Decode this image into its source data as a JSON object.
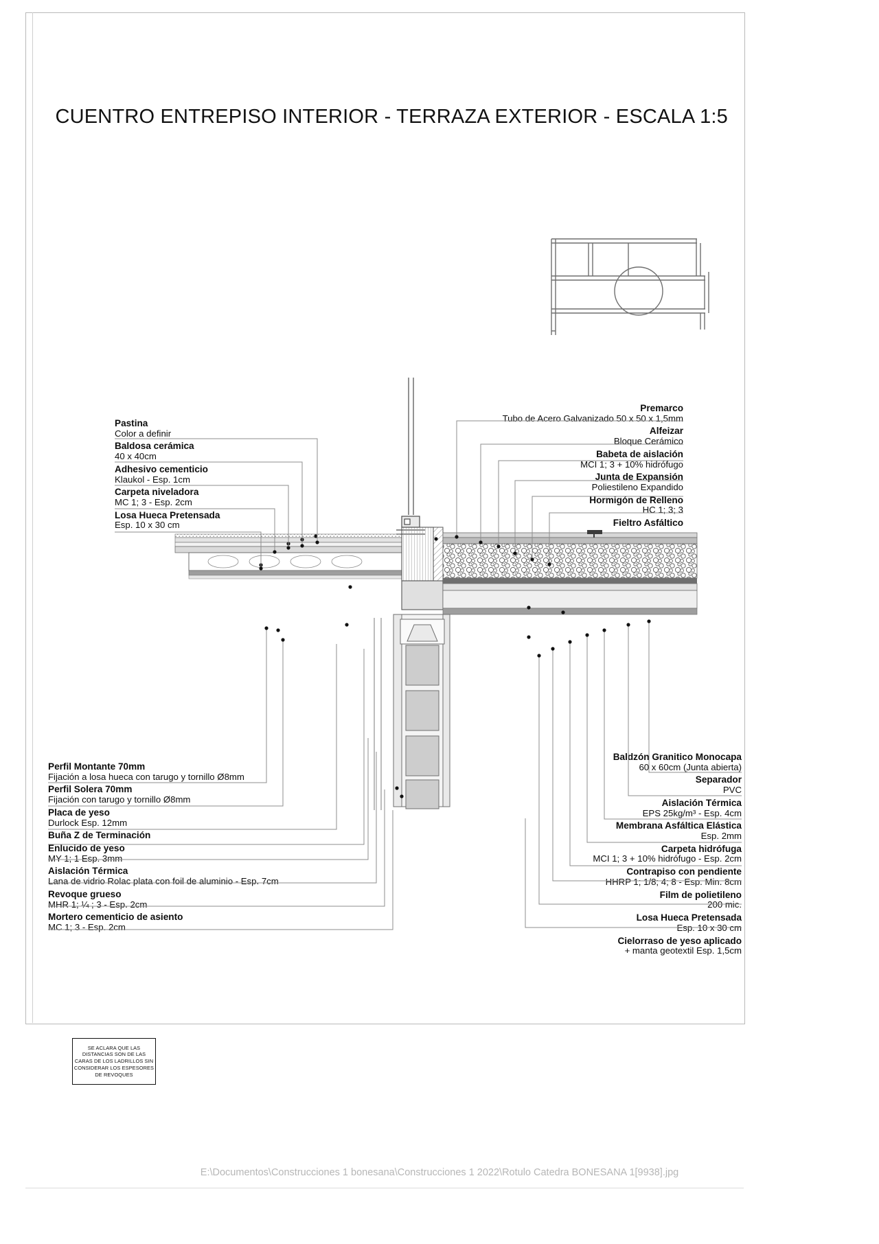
{
  "sheet": {
    "title": "CUENTRO  ENTREPISO INTERIOR - TERRAZA EXTERIOR - ESCALA 1:5",
    "footer_path": "E:\\Documentos\\Construcciones 1 bonesana\\Construcciones 1 2022\\Rotulo Catedra BONESANA 1[9938].jpg",
    "note": "SE ACLARA QUE LAS DISTANCIAS SON DE LAS CARAS DE LOS LADRILLOS SIN CONSIDERAR LOS ESPESORES DE REVOQUES",
    "note_lines": [
      "SE ACLARA QUE LAS",
      "DISTANCIAS SON DE LAS",
      "CARAS DE LOS LADRILLOS SIN",
      "CONSIDERAR LOS ESPESORES",
      "DE REVOQUES"
    ]
  },
  "colors": {
    "ink": "#0d0d0d",
    "leader": "#8c8c8c",
    "frame": "#b9b9b9",
    "footer_text": "#b6b6b6",
    "hatch_concrete": "#cfcfcf",
    "hatch_fill": "#e6e6e6",
    "dark_band": "#6f6f6f"
  },
  "labels_top_left": [
    {
      "title": "Pastina",
      "subtitle": "Color a definir"
    },
    {
      "title": "Baldosa cerámica",
      "subtitle": "40 x 40cm"
    },
    {
      "title": "Adhesivo cementicio",
      "subtitle": "Klaukol - Esp. 1cm"
    },
    {
      "title": "Carpeta niveladora",
      "subtitle": "MC 1; 3  - Esp. 2cm"
    },
    {
      "title": "Losa Hueca Pretensada",
      "subtitle": "Esp. 10 x 30 cm"
    }
  ],
  "labels_top_right": [
    {
      "title": "Premarco",
      "subtitle": "Tubo de Acero Galvanizado 50 x 50 x 1,5mm"
    },
    {
      "title": "Alfeizar",
      "subtitle": "Bloque Cerámico"
    },
    {
      "title": "Babeta de aislación",
      "subtitle": "MCI 1; 3 + 10% hidrófugo"
    },
    {
      "title": "Junta de Expansión",
      "subtitle": "Poliestileno Expandido"
    },
    {
      "title": "Hormigón de Relleno",
      "subtitle": "HC 1; 3; 3"
    },
    {
      "title": "Fieltro Asfáltico",
      "subtitle": ""
    }
  ],
  "labels_bottom_left": [
    {
      "title": "Perfil Montante 70mm",
      "subtitle": "Fijación a losa hueca con tarugo y tornillo Ø8mm"
    },
    {
      "title": "Perfil Solera 70mm",
      "subtitle": "Fijación con tarugo y tornillo Ø8mm"
    },
    {
      "title": "Placa de yeso",
      "subtitle": "Durlock  Esp. 12mm"
    },
    {
      "title": "Buña Z de Terminación",
      "subtitle": ""
    },
    {
      "title": "Enlucido de yeso",
      "subtitle": "MY 1; 1 Esp. 3mm"
    },
    {
      "title": "Aislación Térmica",
      "subtitle": "Lana de vidrio Rolac plata con foil de aluminio - Esp. 7cm"
    },
    {
      "title": "Revoque grueso",
      "subtitle": "MHR 1; ¼ ; 3 - Esp. 2cm"
    },
    {
      "title": "Mortero cementicio de asiento",
      "subtitle": "MC 1; 3 - Esp. 2cm"
    }
  ],
  "labels_bottom_right": [
    {
      "title": "Baldzón Granitico Monocapa",
      "subtitle": "60 x 60cm (Junta abierta)"
    },
    {
      "title": "Separador",
      "subtitle": "PVC"
    },
    {
      "title": "Aislación Térmica",
      "subtitle": "EPS 25kg/m³ - Esp. 4cm"
    },
    {
      "title": "Membrana Asfáltica Elástica",
      "subtitle": "Esp. 2mm"
    },
    {
      "title": "Carpeta hidrófuga",
      "subtitle": "MCI 1; 3 + 10% hidrófugo - Esp. 2cm"
    },
    {
      "title": "Contrapiso con pendiente",
      "subtitle": "HHRP 1; 1/8; 4; 8 - Esp. Min. 8cm"
    },
    {
      "title": "Film de polietileno",
      "subtitle": "200 mic."
    },
    {
      "title": "Losa Hueca Pretensada",
      "subtitle": "Esp. 10 x 30 cm"
    },
    {
      "title": "Cielorraso de yeso aplicado",
      "subtitle": "+ manta geotextil Esp. 1,5cm"
    }
  ]
}
